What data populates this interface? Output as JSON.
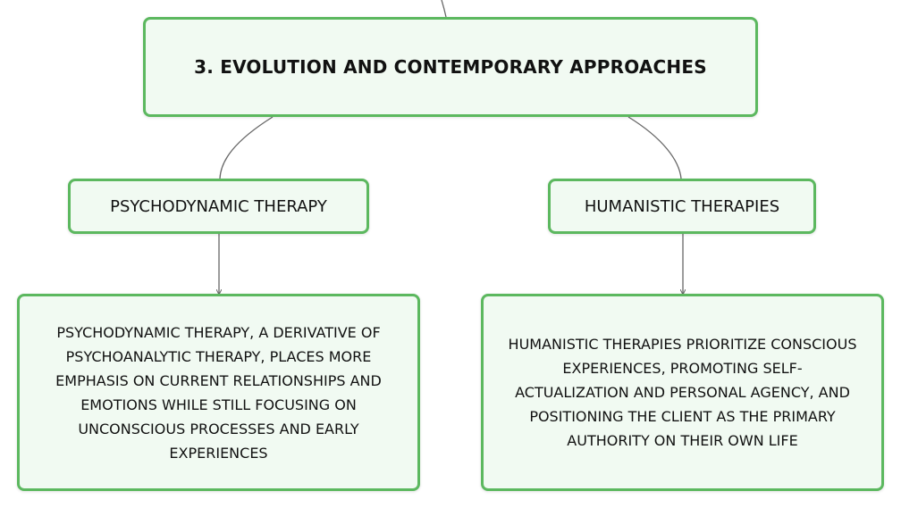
{
  "colors": {
    "node_fill": "#f1faf2",
    "node_border": "#5cb85f",
    "connector": "#666666"
  },
  "root": {
    "title": "3. EVOLUTION AND CONTEMPORARY APPROACHES"
  },
  "branches": [
    {
      "label": "PSYCHODYNAMIC THERAPY",
      "detail": "PSYCHODYNAMIC THERAPY, A DERIVATIVE OF PSYCHOANALYTIC THERAPY, PLACES MORE EMPHASIS ON CURRENT RELATIONSHIPS AND EMOTIONS WHILE STILL FOCUSING ON UNCONSCIOUS PROCESSES AND EARLY EXPERIENCES"
    },
    {
      "label": "HUMANISTIC THERAPIES",
      "detail": "HUMANISTIC THERAPIES PRIORITIZE CONSCIOUS EXPERIENCES, PROMOTING SELF-ACTUALIZATION AND PERSONAL AGENCY, AND POSITIONING THE CLIENT AS THE PRIMARY AUTHORITY ON THEIR OWN LIFE"
    }
  ]
}
